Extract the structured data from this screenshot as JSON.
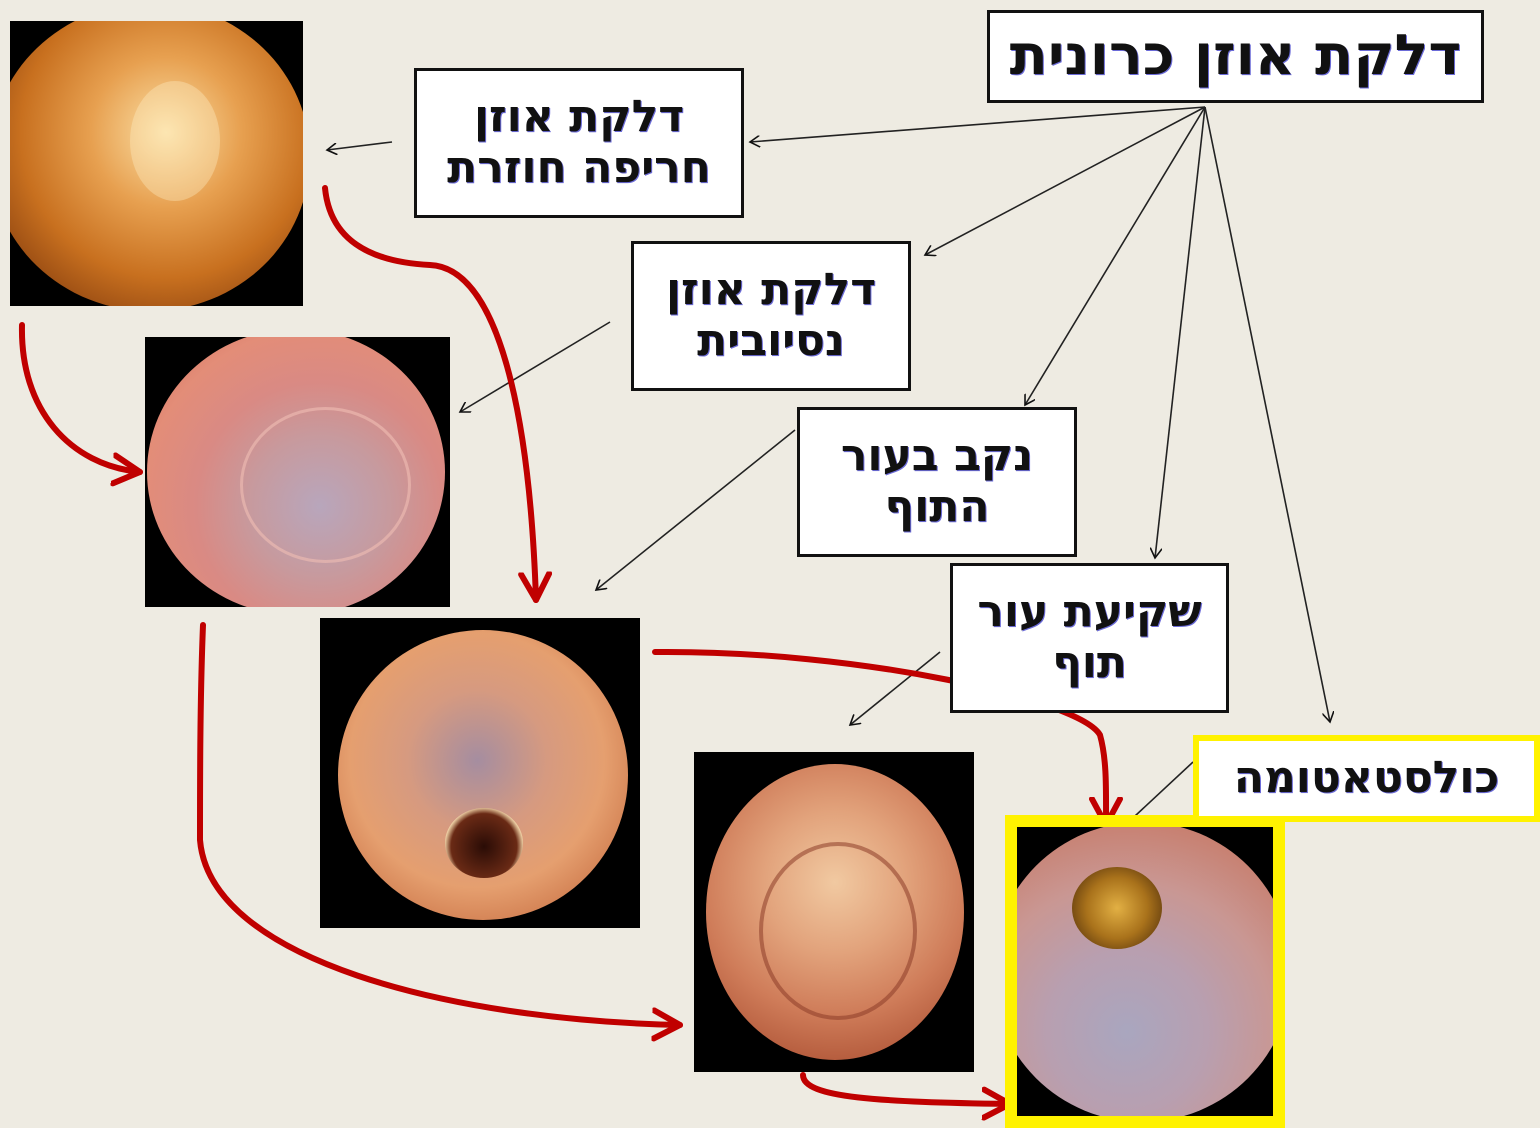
{
  "main": "דלקת אוזן כרונית",
  "nodes": {
    "recurrent": [
      "דלקת אוזן",
      "חריפה חוזרת"
    ],
    "adhesive": [
      "דלקת אוזן",
      "נסיובית"
    ],
    "perforation": [
      "נקב בעור",
      "התוף"
    ],
    "retraction": [
      "שקיעת עור",
      "תוף"
    ],
    "cholesteatoma": "כולסטאטומה"
  },
  "colors": {
    "background": "#eeebe2",
    "progression_arrow": "#c00000",
    "highlight": "#fff200",
    "box_border": "#111111"
  }
}
